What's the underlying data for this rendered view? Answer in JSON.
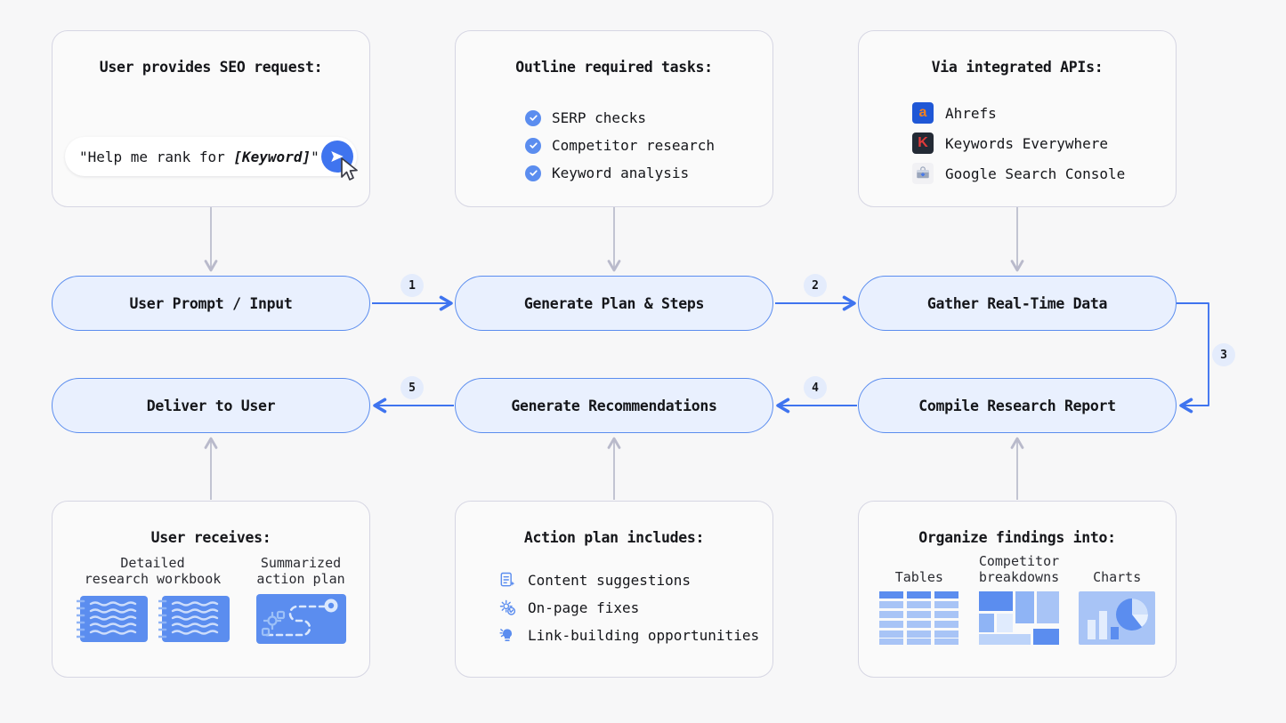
{
  "theme": {
    "background": "#f7f7f8",
    "card_bg": "#fafafa",
    "card_border": "#d6d6e3",
    "pill_bg": "#e9f0fe",
    "pill_border": "#5b8def",
    "accent_blue": "#3f74ef",
    "arrow_gray": "#b9bacb",
    "badge_bg": "#e4ecfc"
  },
  "top_cards": [
    {
      "title": "User provides SEO request:",
      "prompt_prefix": "\"Help me rank for ",
      "prompt_keyword": "[Keyword]",
      "prompt_suffix": "\"",
      "send_icon": "send-arrow-icon",
      "cursor_icon": "mouse-cursor-icon"
    },
    {
      "title": "Outline required tasks:",
      "items": [
        {
          "icon": "check-circle-icon",
          "label": "SERP checks"
        },
        {
          "icon": "check-circle-icon",
          "label": "Competitor research"
        },
        {
          "icon": "check-circle-icon",
          "label": "Keyword analysis"
        }
      ]
    },
    {
      "title": "Via integrated APIs:",
      "items": [
        {
          "icon": "ahrefs-icon",
          "glyph": "a",
          "label": "Ahrefs"
        },
        {
          "icon": "keywords-everywhere-icon",
          "glyph": "K",
          "label": "Keywords Everywhere"
        },
        {
          "icon": "google-search-console-icon",
          "glyph": "",
          "label": "Google Search Console"
        }
      ]
    }
  ],
  "flow": {
    "row1": [
      {
        "label": "User Prompt / Input"
      },
      {
        "label": "Generate Plan & Steps"
      },
      {
        "label": "Gather Real-Time Data"
      }
    ],
    "row2": [
      {
        "label": "Deliver to User"
      },
      {
        "label": "Generate Recommendations"
      },
      {
        "label": "Compile Research Report"
      }
    ],
    "badges": [
      "1",
      "2",
      "3",
      "4",
      "5"
    ]
  },
  "bottom_cards": [
    {
      "title": "User receives:",
      "outputs": [
        {
          "caption": "Detailed\nresearch workbook",
          "graphic": "notebook-pair-icon"
        },
        {
          "caption": "Summarized\naction plan",
          "graphic": "roadmap-icon"
        }
      ]
    },
    {
      "title": "Action plan includes:",
      "items": [
        {
          "icon": "document-sparkle-icon",
          "label": "Content suggestions"
        },
        {
          "icon": "gear-check-icon",
          "label": "On-page fixes"
        },
        {
          "icon": "link-bulb-icon",
          "label": "Link-building opportunities"
        }
      ]
    },
    {
      "title": "Organize findings into:",
      "visuals": [
        {
          "caption": "Tables",
          "graphic": "table-grid-icon"
        },
        {
          "caption": "Competitor\nbreakdowns",
          "graphic": "treemap-icon"
        },
        {
          "caption": "Charts",
          "graphic": "bar-pie-chart-icon"
        }
      ]
    }
  ]
}
